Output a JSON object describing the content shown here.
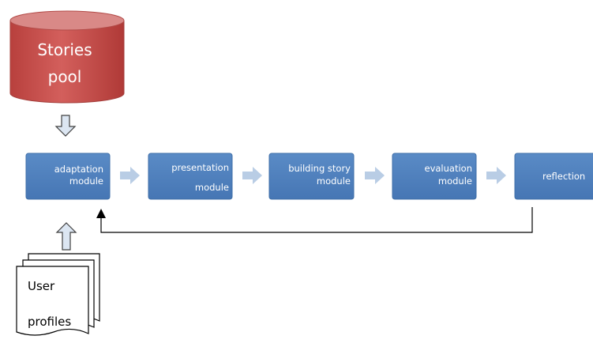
{
  "stories_pool": {
    "line1": "Stories",
    "line2": "pool"
  },
  "modules": [
    {
      "line1": "adaptation",
      "line2": "module"
    },
    {
      "line1": "presentation",
      "line2": "module"
    },
    {
      "line1": "building story",
      "line2": "module"
    },
    {
      "line1": "evaluation",
      "line2": "module"
    },
    {
      "line1": "reflection",
      "line2": ""
    }
  ],
  "user_profiles": {
    "line1": "User",
    "line2": "profiles"
  },
  "colors": {
    "module_fill": "#4f81bd",
    "module_border": "#3a6aa3",
    "cylinder_fill": "#c0504d",
    "cylinder_top": "#d88583",
    "arrow_fill": "#b9cde5",
    "hollow_arrow_fill": "#dce6f2",
    "feedback_line": "#000000"
  }
}
